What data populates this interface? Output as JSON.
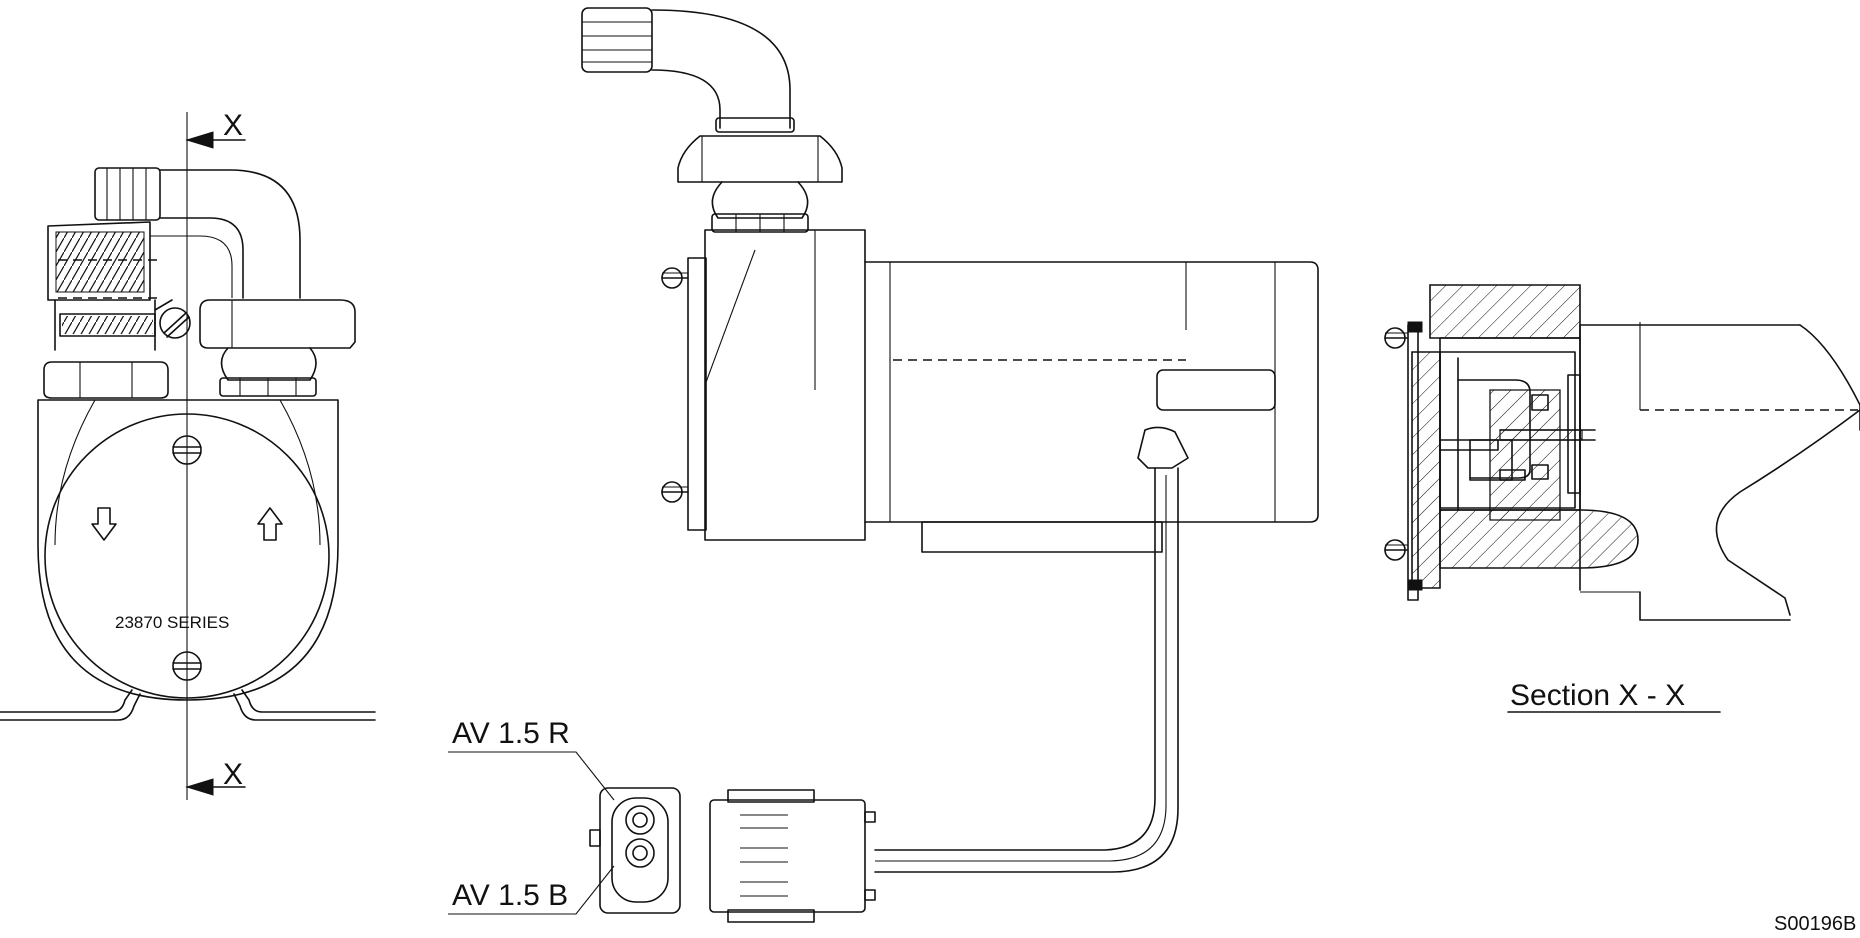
{
  "labels": {
    "section_mark_top": "X",
    "section_mark_bottom": "X",
    "series": "23870 SERIES",
    "wire_red": "AV 1.5 R",
    "wire_blue": "AV 1.5 B",
    "section_title": "Section  X - X",
    "drawing_code": "S00196B"
  }
}
